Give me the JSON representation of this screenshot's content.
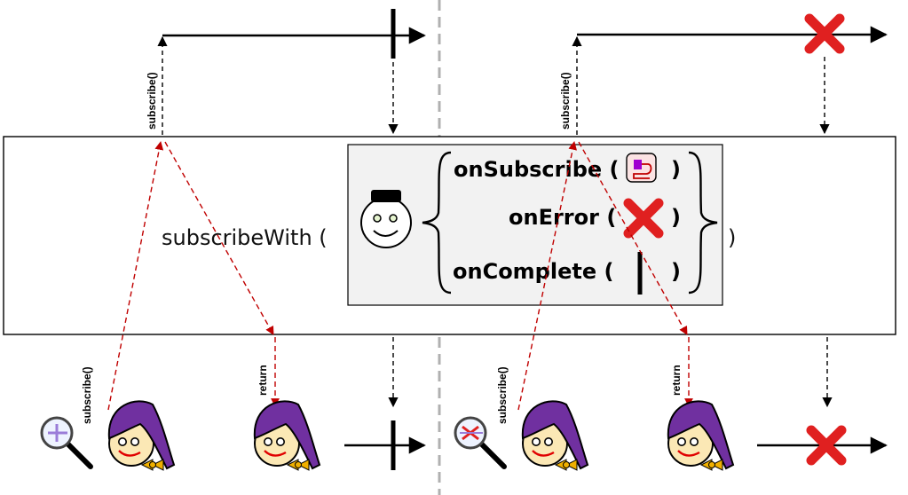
{
  "diagram": {
    "subscribe_label": "subscribe()",
    "return_label": "return",
    "method_call": "subscribeWith (",
    "method_close": ")",
    "callbacks": {
      "on_subscribe": "onSubscribe (",
      "on_error": "onError (",
      "on_complete": "onComplete (",
      "close_paren": ")"
    },
    "colors": {
      "signal_arrow": "#c00000",
      "stream_line": "#000000",
      "error_x": "#e02020",
      "nightcap": "#7030a0",
      "panel_bg": "#f2f2f2"
    },
    "scenarios": [
      {
        "name": "completion",
        "terminal": "complete-bar",
        "lens_icon": "magnifier-plus-icon"
      },
      {
        "name": "error",
        "terminal": "error-x",
        "lens_icon": "magnifier-x-icon"
      }
    ]
  }
}
